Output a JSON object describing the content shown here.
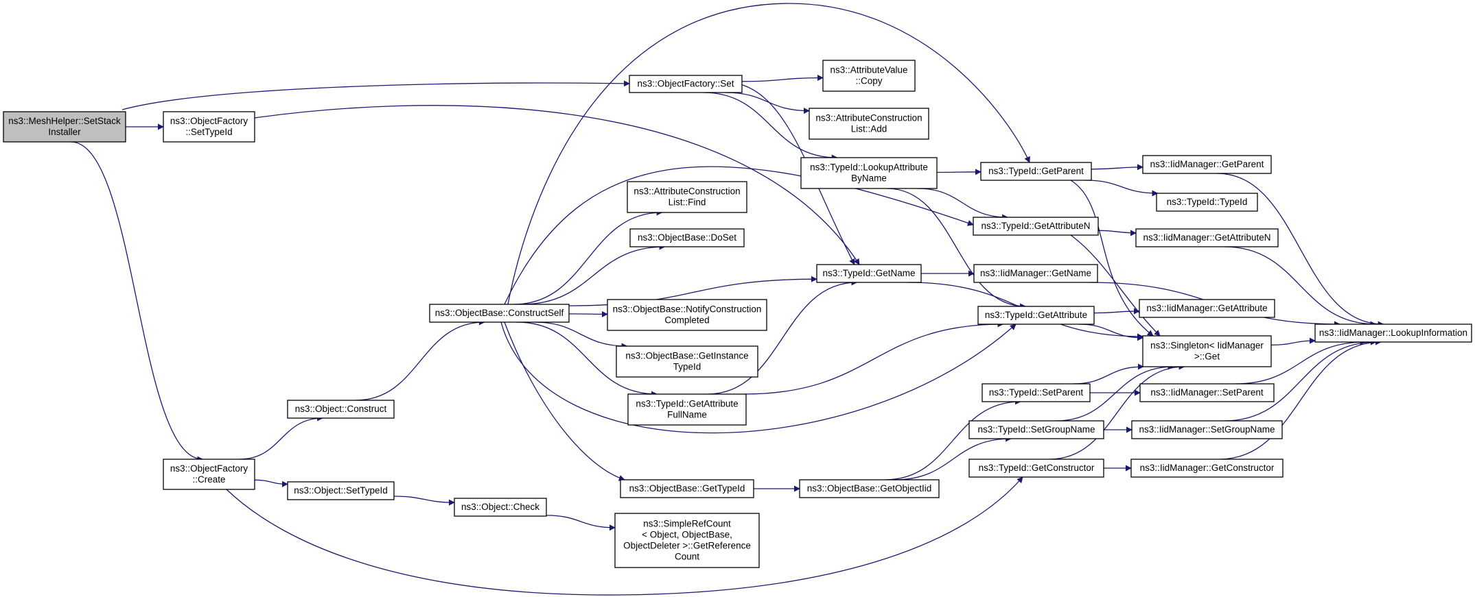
{
  "colors": {
    "edge": "#191970",
    "root_fill": "#bfbfbf",
    "node_fill": "#ffffff",
    "node_stroke": "#000000"
  },
  "nodes": [
    {
      "id": "mesh_setstack",
      "lines": [
        "ns3::MeshHelper::SetStack",
        "Installer"
      ]
    },
    {
      "id": "of_settypeid",
      "lines": [
        "ns3::ObjectFactory",
        "::SetTypeId"
      ]
    },
    {
      "id": "of_create",
      "lines": [
        "ns3::ObjectFactory",
        "::Create"
      ]
    },
    {
      "id": "of_set",
      "lines": [
        "ns3::ObjectFactory::Set"
      ]
    },
    {
      "id": "obj_construct",
      "lines": [
        "ns3::Object::Construct"
      ]
    },
    {
      "id": "obj_settypeid",
      "lines": [
        "ns3::Object::SetTypeId"
      ]
    },
    {
      "id": "ob_constructself",
      "lines": [
        "ns3::ObjectBase::ConstructSelf"
      ]
    },
    {
      "id": "obj_check",
      "lines": [
        "ns3::Object::Check"
      ]
    },
    {
      "id": "av_copy",
      "lines": [
        "ns3::AttributeValue",
        "::Copy"
      ]
    },
    {
      "id": "acl_add",
      "lines": [
        "ns3::AttributeConstruction",
        "List::Add"
      ]
    },
    {
      "id": "acl_find",
      "lines": [
        "ns3::AttributeConstruction",
        "List::Find"
      ]
    },
    {
      "id": "ob_doset",
      "lines": [
        "ns3::ObjectBase::DoSet"
      ]
    },
    {
      "id": "ob_notify",
      "lines": [
        "ns3::ObjectBase::NotifyConstruction",
        "Completed"
      ]
    },
    {
      "id": "ob_getinstance",
      "lines": [
        "ns3::ObjectBase::GetInstance",
        "TypeId"
      ]
    },
    {
      "id": "tid_getattrfull",
      "lines": [
        "ns3::TypeId::GetAttribute",
        "FullName"
      ]
    },
    {
      "id": "ob_gettypeid",
      "lines": [
        "ns3::ObjectBase::GetTypeId"
      ]
    },
    {
      "id": "src_getrefcount",
      "lines": [
        "ns3::SimpleRefCount",
        "< Object, ObjectBase,",
        "ObjectDeleter >::GetReference",
        "Count"
      ]
    },
    {
      "id": "tid_lookupattr",
      "lines": [
        "ns3::TypeId::LookupAttribute",
        "ByName"
      ]
    },
    {
      "id": "tid_getname",
      "lines": [
        "ns3::TypeId::GetName"
      ]
    },
    {
      "id": "ob_getobjectiid",
      "lines": [
        "ns3::ObjectBase::GetObjectIid"
      ]
    },
    {
      "id": "tid_getparent",
      "lines": [
        "ns3::TypeId::GetParent"
      ]
    },
    {
      "id": "tid_getattrn",
      "lines": [
        "ns3::TypeId::GetAttributeN"
      ]
    },
    {
      "id": "iid_getname",
      "lines": [
        "ns3::IidManager::GetName"
      ]
    },
    {
      "id": "tid_getattribute",
      "lines": [
        "ns3::TypeId::GetAttribute"
      ]
    },
    {
      "id": "tid_setparent",
      "lines": [
        "ns3::TypeId::SetParent"
      ]
    },
    {
      "id": "tid_setgroupname",
      "lines": [
        "ns3::TypeId::SetGroupName"
      ]
    },
    {
      "id": "tid_getconstructor",
      "lines": [
        "ns3::TypeId::GetConstructor"
      ]
    },
    {
      "id": "iid_getparent",
      "lines": [
        "ns3::IidManager::GetParent"
      ]
    },
    {
      "id": "tid_typeid",
      "lines": [
        "ns3::TypeId::TypeId"
      ]
    },
    {
      "id": "iid_getattrn",
      "lines": [
        "ns3::IidManager::GetAttributeN"
      ]
    },
    {
      "id": "iid_getattribute",
      "lines": [
        "ns3::IidManager::GetAttribute"
      ]
    },
    {
      "id": "singleton_get",
      "lines": [
        "ns3::Singleton< IidManager",
        ">::Get"
      ]
    },
    {
      "id": "iid_setparent",
      "lines": [
        "ns3::IidManager::SetParent"
      ]
    },
    {
      "id": "iid_setgroupname",
      "lines": [
        "ns3::IidManager::SetGroupName"
      ]
    },
    {
      "id": "iid_getconstructor",
      "lines": [
        "ns3::IidManager::GetConstructor"
      ]
    },
    {
      "id": "iid_lookupinfo",
      "lines": [
        "ns3::IidManager::LookupInformation"
      ]
    }
  ],
  "edges": [
    {
      "from": "mesh_setstack",
      "to": "of_settypeid"
    },
    {
      "from": "mesh_setstack",
      "to": "of_set"
    },
    {
      "from": "mesh_setstack",
      "to": "of_create"
    },
    {
      "from": "of_settypeid",
      "to": "tid_getname"
    },
    {
      "from": "of_set",
      "to": "av_copy"
    },
    {
      "from": "of_set",
      "to": "acl_add"
    },
    {
      "from": "of_set",
      "to": "tid_lookupattr"
    },
    {
      "from": "of_set",
      "to": "tid_getname"
    },
    {
      "from": "of_create",
      "to": "obj_construct"
    },
    {
      "from": "of_create",
      "to": "obj_settypeid"
    },
    {
      "from": "of_create",
      "to": "tid_getconstructor"
    },
    {
      "from": "obj_construct",
      "to": "ob_constructself"
    },
    {
      "from": "obj_settypeid",
      "to": "obj_check"
    },
    {
      "from": "obj_check",
      "to": "src_getrefcount"
    },
    {
      "from": "ob_constructself",
      "to": "tid_getparent"
    },
    {
      "from": "ob_constructself",
      "to": "tid_getattrn"
    },
    {
      "from": "ob_constructself",
      "to": "acl_find"
    },
    {
      "from": "ob_constructself",
      "to": "ob_doset"
    },
    {
      "from": "ob_constructself",
      "to": "tid_getname"
    },
    {
      "from": "ob_constructself",
      "to": "ob_notify"
    },
    {
      "from": "ob_constructself",
      "to": "ob_getinstance"
    },
    {
      "from": "ob_constructself",
      "to": "tid_getattrfull"
    },
    {
      "from": "ob_constructself",
      "to": "tid_getattribute"
    },
    {
      "from": "ob_constructself",
      "to": "ob_gettypeid"
    },
    {
      "from": "tid_getattrfull",
      "to": "tid_getname"
    },
    {
      "from": "tid_getattrfull",
      "to": "tid_getattribute"
    },
    {
      "from": "ob_gettypeid",
      "to": "ob_getobjectiid"
    },
    {
      "from": "ob_getobjectiid",
      "to": "tid_setparent"
    },
    {
      "from": "ob_getobjectiid",
      "to": "tid_setgroupname"
    },
    {
      "from": "tid_lookupattr",
      "to": "tid_getparent"
    },
    {
      "from": "tid_lookupattr",
      "to": "tid_getattrn"
    },
    {
      "from": "tid_lookupattr",
      "to": "tid_getattribute"
    },
    {
      "from": "tid_getname",
      "to": "iid_getname"
    },
    {
      "from": "tid_getname",
      "to": "singleton_get"
    },
    {
      "from": "tid_getparent",
      "to": "iid_getparent"
    },
    {
      "from": "tid_getparent",
      "to": "tid_typeid"
    },
    {
      "from": "tid_getparent",
      "to": "singleton_get"
    },
    {
      "from": "tid_getattrn",
      "to": "iid_getattrn"
    },
    {
      "from": "tid_getattrn",
      "to": "singleton_get"
    },
    {
      "from": "tid_getattribute",
      "to": "iid_getattribute"
    },
    {
      "from": "tid_getattribute",
      "to": "singleton_get"
    },
    {
      "from": "tid_setparent",
      "to": "iid_setparent"
    },
    {
      "from": "tid_setparent",
      "to": "singleton_get"
    },
    {
      "from": "tid_setgroupname",
      "to": "iid_setgroupname"
    },
    {
      "from": "tid_setgroupname",
      "to": "singleton_get"
    },
    {
      "from": "tid_getconstructor",
      "to": "iid_getconstructor"
    },
    {
      "from": "tid_getconstructor",
      "to": "singleton_get"
    },
    {
      "from": "iid_getname",
      "to": "iid_lookupinfo"
    },
    {
      "from": "iid_getparent",
      "to": "iid_lookupinfo"
    },
    {
      "from": "iid_getattrn",
      "to": "iid_lookupinfo"
    },
    {
      "from": "iid_setparent",
      "to": "iid_lookupinfo"
    },
    {
      "from": "iid_setgroupname",
      "to": "iid_lookupinfo"
    },
    {
      "from": "iid_getconstructor",
      "to": "iid_lookupinfo"
    },
    {
      "from": "singleton_get",
      "to": "iid_lookupinfo"
    }
  ]
}
